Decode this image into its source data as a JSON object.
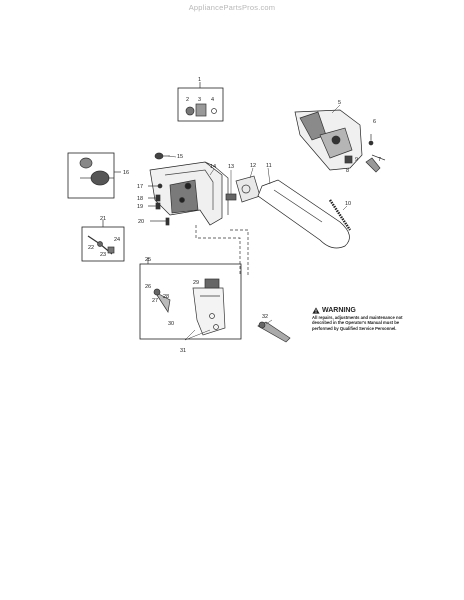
{
  "watermark": "AppliancePartsPros.com",
  "callouts": [
    "1",
    "2",
    "3",
    "4",
    "5",
    "6",
    "7",
    "8",
    "9",
    "10",
    "11",
    "12",
    "13",
    "14",
    "15",
    "16",
    "17",
    "18",
    "19",
    "20",
    "21",
    "22",
    "23",
    "24",
    "25",
    "26",
    "27",
    "28",
    "29",
    "30",
    "31",
    "32"
  ],
  "warning": {
    "title": "WARNING",
    "body": "All repairs, adjustments and maintenance not described in the Operator's Manual must be performed by Qualified Service Personnel."
  },
  "colors": {
    "line": "#333333",
    "shade": "#777777",
    "dark": "#1e1e1e"
  }
}
